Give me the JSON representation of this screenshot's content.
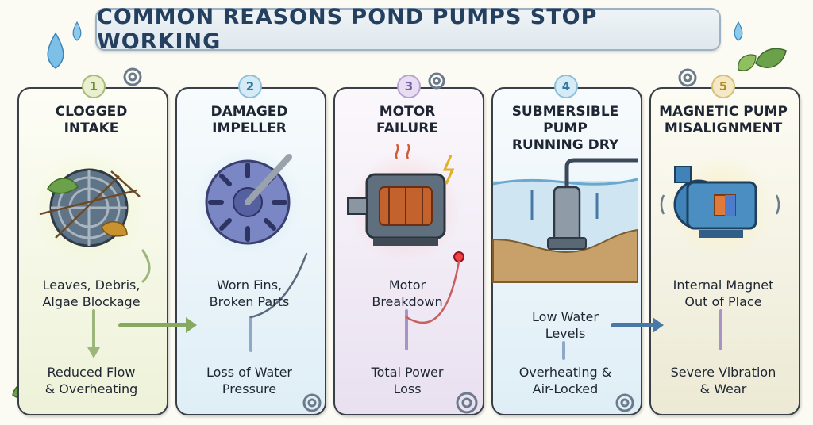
{
  "title": "COMMON REASONS POND PUMPS STOP WORKING",
  "steps": [
    {
      "number": "1",
      "heading": [
        "CLOGGED",
        "INTAKE"
      ],
      "cause": [
        "Leaves, Debris,",
        "Algae Blockage"
      ],
      "effect": [
        "Reduced Flow",
        "& Overheating"
      ],
      "color": "#7c9a4a"
    },
    {
      "number": "2",
      "heading": [
        "DAMAGED",
        "IMPELLER"
      ],
      "cause": [
        "Worn Fins,",
        "Broken Parts"
      ],
      "effect": [
        "Loss of Water",
        "Pressure"
      ],
      "color": "#3f8fb5"
    },
    {
      "number": "3",
      "heading": [
        "MOTOR",
        "FAILURE"
      ],
      "cause": [
        "Motor",
        "Breakdown"
      ],
      "effect": [
        "Total Power",
        "Loss"
      ],
      "color": "#8a6cb0"
    },
    {
      "number": "4",
      "heading": [
        "SUBMERSIBLE",
        "PUMP",
        "RUNNING DRY"
      ],
      "cause": [
        "Low Water",
        "Levels"
      ],
      "effect": [
        "Overheating &",
        "Air-Locked"
      ],
      "color": "#4a9bc4"
    },
    {
      "number": "5",
      "heading": [
        "MAGNETIC PUMP",
        "MISALIGNMENT"
      ],
      "cause": [
        "Internal Magnet",
        "Out of Place"
      ],
      "effect": [
        "Severe Vibration",
        "& Wear"
      ],
      "color": "#c9a13a"
    }
  ],
  "icons": [
    "water-drop-icon",
    "gear-icon",
    "leaf-icon",
    "grate-icon",
    "impeller-icon",
    "motor-icon",
    "submersible-pump-icon",
    "magnetic-pump-icon",
    "arrow-icon"
  ]
}
